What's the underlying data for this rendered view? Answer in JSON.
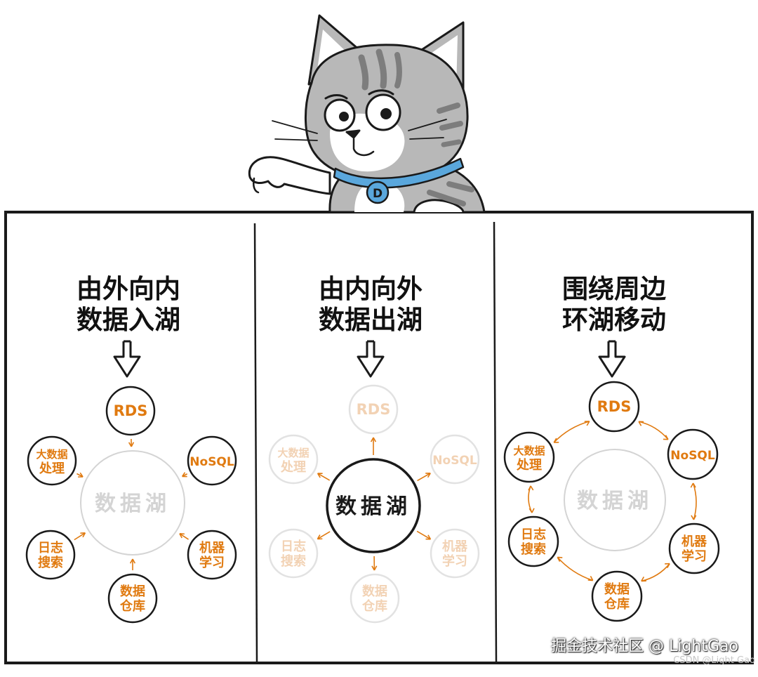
{
  "panels": [
    {
      "title_line1": "由外向内",
      "title_line2": "数据入湖",
      "center": "数据湖",
      "nodes": [
        "RDS",
        "NoSQL",
        "机器学习",
        "数据仓库",
        "日志搜索",
        "大数据处理"
      ],
      "node_lines": [
        [
          "RDS"
        ],
        [
          "NoSQL"
        ],
        [
          "机器",
          "学习"
        ],
        [
          "数据",
          "仓库"
        ],
        [
          "日志",
          "搜索"
        ],
        [
          "大数据",
          "处理"
        ]
      ]
    },
    {
      "title_line1": "由内向外",
      "title_line2": "数据出湖",
      "center": "数据湖",
      "nodes": [
        "RDS",
        "NoSQL",
        "机器学习",
        "数据仓库",
        "日志搜索",
        "大数据处理"
      ],
      "node_lines": [
        [
          "RDS"
        ],
        [
          "NoSQL"
        ],
        [
          "机器",
          "学习"
        ],
        [
          "数据",
          "仓库"
        ],
        [
          "日志",
          "搜索"
        ],
        [
          "大数据",
          "处理"
        ]
      ]
    },
    {
      "title_line1": "围绕周边",
      "title_line2": "环湖移动",
      "center": "数据湖",
      "nodes": [
        "RDS",
        "NoSQL",
        "机器学习",
        "数据仓库",
        "日志搜索",
        "大数据处理"
      ],
      "node_lines": [
        [
          "RDS"
        ],
        [
          "NoSQL"
        ],
        [
          "机器",
          "学习"
        ],
        [
          "数据",
          "仓库"
        ],
        [
          "日志",
          "搜索"
        ],
        [
          "大数据",
          "处理"
        ]
      ]
    }
  ],
  "cat": {
    "collar_tag": "D"
  },
  "watermark": {
    "primary": "掘金技术社区 @ LightGao",
    "secondary": "CSDN @Light Gao"
  },
  "colors": {
    "orange": "#e07a10",
    "faded_orange": "#f2d2b4",
    "faded_gray": "#e2e2e2",
    "center_gray": "#d4d4d4",
    "cat_gray": "#b4b4b4",
    "stripe": "#7d7d7d",
    "collar": "#5aa7dc"
  }
}
